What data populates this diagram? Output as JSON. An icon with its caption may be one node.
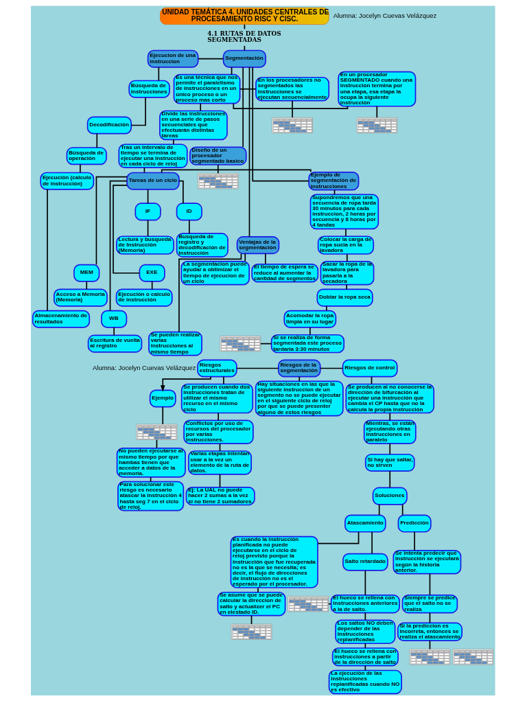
{
  "diagram": {
    "nodes": [
      {
        "text": [
          "UNIDAD TEMÁTICA 4. UNIDADES CENTRALES DE PROCESAMIENTO RISC Y CISC."
        ]
      },
      {
        "text": [
          "4.1 RUTAS DE DATOS SEGMENTADAS"
        ]
      },
      {
        "text": [
          "Segmentación"
        ]
      },
      {
        "text": [
          "Ejecucion de una instruccion"
        ]
      },
      {
        "text": [
          "Búsqueda de instrucciones"
        ]
      },
      {
        "text": [
          "Decodificación"
        ]
      },
      {
        "text": [
          "Búsqueda de operación"
        ]
      },
      {
        "text": [
          "Ejecución (calculo de instrucción)"
        ]
      },
      {
        "text": [
          "Almacenamiento de resultados"
        ]
      },
      {
        "text": [
          "En los procesadores no segmentados las instrucciones se ejecutan secuencialmente"
        ]
      },
      {
        "text": [
          "Es una técnica que nos permite el paralelismo de instrucciones en un único proceso o un proceso mas corto"
        ]
      },
      {
        "text": [
          "En un procesador SEGMENTADO cuando una instrucción termina por una etapa, esa etapa la ocupa la siguiente instrucción"
        ]
      },
      {
        "text": [],
        "shape": "picture"
      },
      {
        "text": [],
        "shape": "picture"
      },
      {
        "text": [
          "Divide las instrucciones en una serie de pasos secuenciales que efectuarán distintas tareas"
        ]
      },
      {
        "text": [
          "Tras un intervalo de tiempo se termina de ejecutar una instrucción en cada ciclo de reloj"
        ]
      },
      {
        "text": [
          "Diseño de un procesador segmentado basico"
        ]
      },
      {
        "text": [],
        "shape": "picture"
      },
      {
        "text": [
          "Ventajas de la segmentación"
        ]
      },
      {
        "text": [
          "La segmentacion puede ayudar a obtimizar el tiempo de ejecucion de un ciclo"
        ]
      },
      {
        "text": [
          "El tiempo de espera se reduce al aumentar la cantidad de segmentos"
        ]
      },
      {
        "text": [
          "Se pueden realizar varias instrucciones al mismo tiempo"
        ]
      },
      {
        "text": [
          "Tareas de un ciclo"
        ]
      },
      {
        "text": [
          "IF"
        ]
      },
      {
        "text": [
          "Lectura y busqueda de Instrucción (Memoria)"
        ]
      },
      {
        "text": [
          "ID"
        ]
      },
      {
        "text": [
          "Busqueda de registro y decodificación de Instrucción"
        ]
      },
      {
        "text": [
          "EXE"
        ]
      },
      {
        "text": [
          "Ejecución o calculo de instrucción"
        ]
      },
      {
        "text": [
          "MEM"
        ]
      },
      {
        "text": [
          "Acceso a Memoria (Memoria)"
        ]
      },
      {
        "text": [
          "WB"
        ]
      },
      {
        "text": [
          "Escritura de vuelta al registro"
        ]
      },
      {
        "text": [
          "Ejemplo de segmentación de instrucciones"
        ]
      },
      {
        "text": [
          "Supondremos que una secuencia de ropa tarda 30 minutos para cada instruccion, 2 horas por secuencia y 8 horas por 4 tandas"
        ]
      },
      {
        "text": [
          "Colocar la carga de ropa sucia en la lavadora"
        ]
      },
      {
        "text": [
          "Sacar la ropa de la lavadora para pasarla a la secadora"
        ]
      },
      {
        "text": [
          "Doblar la ropa seca"
        ]
      },
      {
        "text": [
          "Acomodar la ropa limpia en su lugar"
        ]
      },
      {
        "text": [
          "Si se realiza de forma segmentada este proceso tardaria 3:30 minutos"
        ]
      },
      {
        "text": [],
        "shape": "picture"
      },
      {
        "text": [
          "Riesgos estructurales"
        ]
      },
      {
        "text": [
          "Riesgos de la segmentación"
        ]
      },
      {
        "text": [
          "Riesgos de control"
        ]
      },
      {
        "text": [
          "Ejemplo"
        ]
      },
      {
        "text": [],
        "shape": "picture"
      },
      {
        "text": [
          "Se producen cuando dos instrucciones tratan de utilizar el mismo recurso en el mismo ciclo"
        ]
      },
      {
        "text": [
          "Hay situaciones en las que la siguiente instruccion de un segmento no se puede ejecutar en el siguiente ciclo de reloj por que se puede presenter alguno de estos riesgos"
        ]
      },
      {
        "text": [
          "Se producen al no conocerse la dirección de bifurcación al ejecutar una instrucción que cambia el CP hasta que no la calcula la propia instrucción"
        ]
      },
      {
        "text": [
          "No pueden ejecutarse al mismo tiempo por que hambas tienen que acceder a datos de la memoria."
        ]
      },
      {
        "text": [
          "Conflictos por uso de recursos del procesador por varias instrucciones."
        ]
      },
      {
        "text": [
          "Mientras, se están ejecutando otras instrucciones en paralelo"
        ]
      },
      {
        "text": [
          "Varias etapas intentan usar a la vez un elemento de la ruta de datos."
        ]
      },
      {
        "text": [
          "Si hay que saltar, no sirven"
        ]
      },
      {
        "text": [
          "Para solucionar este riesgo es necesario atascar la instrucción 4 hasta seg 7 en el ciclo de reloj."
        ]
      },
      {
        "text": [
          "Ej: La UAL no puede hacer 2 sumas a la vez si no tiene 2 sumadores."
        ]
      },
      {
        "text": [
          "Soluciones"
        ]
      },
      {
        "text": [
          "Atascamiento"
        ]
      },
      {
        "text": [
          "Predicción"
        ]
      },
      {
        "text": [
          "Salto retardado"
        ]
      },
      {
        "text": [
          "Es cuando la instrucción planificada no puede ejecutarse en el ciclo de reloj previsto porque la instrucción que fue recuperada no es la que se necesita; es decir, el flujo de direcciones de instrucción no es el esperado por el procesador."
        ]
      },
      {
        "text": [
          "Se intenta predecir qué instrucción se ejecutará según la historia anterior."
        ]
      },
      {
        "text": [],
        "shape": "picture"
      },
      {
        "text": [
          "El hueco se rellena con instrucciones anteriores a la de salto."
        ]
      },
      {
        "text": [
          "Siempre se predice que el salto no se realiza"
        ]
      },
      {
        "text": [
          "Los saltos NO deben depender de las instrucciones replanificadas"
        ]
      },
      {
        "text": [
          "Si la prediccion es incorreta, entonces se realiza el atascamiento"
        ]
      },
      {
        "text": [],
        "shape": "picture"
      },
      {
        "text": [
          "El hueco se rellena con instrucciones a partir de la dirección de salto"
        ]
      },
      {
        "text": [
          "Se asume que se puede calcular la direccion de salto y actualizer el PC en elestado ID."
        ]
      },
      {
        "text": [],
        "shape": "picture"
      },
      {
        "text": [
          "La ejecución de las instrucciones replanificadas cuando NO es efectivo"
        ]
      },
      {
        "text": [],
        "shape": "picture"
      }
    ],
    "edges": [
      {
        "from": 0,
        "to": 1,
        "arrow": "none"
      },
      {
        "from": 1,
        "to": 2,
        "arrow": "none"
      },
      {
        "from": 3,
        "to": 2,
        "arrow": "none"
      },
      {
        "from": 3,
        "to": 4,
        "arrow": "none"
      },
      {
        "from": 4,
        "to": 5,
        "arrow": "none"
      },
      {
        "from": 5,
        "to": 6,
        "arrow": "none"
      },
      {
        "from": 6,
        "to": 7,
        "arrow": "none"
      },
      {
        "from": 7,
        "to": 8,
        "arrow": "none"
      },
      {
        "from": 2,
        "to": 10,
        "arrow": "none"
      },
      {
        "from": 9,
        "to": 10,
        "arrow": "none"
      },
      {
        "from": 10,
        "to": 11,
        "arrow": "none"
      },
      {
        "from": 9,
        "to": 12,
        "arrow": "none"
      },
      {
        "from": 11,
        "to": 13,
        "arrow": "none"
      },
      {
        "from": 10,
        "to": 14,
        "arrow": "none"
      },
      {
        "from": 14,
        "to": 15,
        "arrow": "none"
      },
      {
        "from": 15,
        "to": 22,
        "arrow": "none"
      },
      {
        "from": 2,
        "to": 16,
        "arrow": "none"
      },
      {
        "from": 16,
        "to": 17,
        "arrow": "none"
      },
      {
        "from": 2,
        "to": 18,
        "arrow": "none"
      },
      {
        "from": 18,
        "to": 19,
        "arrow": "none"
      },
      {
        "from": 18,
        "to": 20,
        "arrow": "none"
      },
      {
        "from": 18,
        "to": 21,
        "arrow": "none"
      },
      {
        "from": 22,
        "to": 23,
        "arrow": "none"
      },
      {
        "from": 22,
        "to": 25,
        "arrow": "none"
      },
      {
        "from": 22,
        "to": 27,
        "arrow": "none"
      },
      {
        "from": 22,
        "to": 29,
        "arrow": "none"
      },
      {
        "from": 22,
        "to": 31,
        "arrow": "none"
      },
      {
        "from": 23,
        "to": 24,
        "arrow": "none"
      },
      {
        "from": 25,
        "to": 26,
        "arrow": "none"
      },
      {
        "from": 27,
        "to": 28,
        "arrow": "none"
      },
      {
        "from": 29,
        "to": 30,
        "arrow": "none"
      },
      {
        "from": 31,
        "to": 32,
        "arrow": "none"
      },
      {
        "from": 2,
        "to": 33,
        "arrow": "none"
      },
      {
        "from": 22,
        "to": 33,
        "arrow": "none"
      },
      {
        "from": 33,
        "to": 34,
        "arrow": "none"
      },
      {
        "from": 34,
        "to": 35,
        "arrow": "none"
      },
      {
        "from": 35,
        "to": 36,
        "arrow": "none"
      },
      {
        "from": 36,
        "to": 37,
        "arrow": "none"
      },
      {
        "from": 37,
        "to": 38,
        "arrow": "none"
      },
      {
        "from": 38,
        "to": 39,
        "arrow": "none"
      },
      {
        "from": 40,
        "to": 39,
        "arrow": "none"
      },
      {
        "from": 41,
        "to": 42,
        "arrow": "none"
      },
      {
        "from": 42,
        "to": 43,
        "arrow": "none"
      },
      {
        "from": 42,
        "to": 47,
        "arrow": "none"
      },
      {
        "from": 41,
        "to": 44,
        "arrow": "to"
      },
      {
        "from": 44,
        "to": 45,
        "arrow": "none"
      },
      {
        "from": 45,
        "to": 49,
        "arrow": "none"
      },
      {
        "from": 49,
        "to": 54,
        "arrow": "none"
      },
      {
        "from": 41,
        "to": 46,
        "arrow": "none"
      },
      {
        "from": 46,
        "to": 50,
        "arrow": "none"
      },
      {
        "from": 50,
        "to": 52,
        "arrow": "none"
      },
      {
        "from": 52,
        "to": 55,
        "arrow": "none"
      },
      {
        "from": 43,
        "to": 48,
        "arrow": "none"
      },
      {
        "from": 48,
        "to": 51,
        "arrow": "none"
      },
      {
        "from": 51,
        "to": 53,
        "arrow": "none"
      },
      {
        "from": 53,
        "to": 56,
        "arrow": "none"
      },
      {
        "from": 56,
        "to": 57,
        "arrow": "none"
      },
      {
        "from": 56,
        "to": 58,
        "arrow": "none"
      },
      {
        "from": 57,
        "to": 59,
        "arrow": "none"
      },
      {
        "from": 57,
        "to": 60,
        "arrow": "none"
      },
      {
        "from": 60,
        "to": 69,
        "arrow": "none"
      },
      {
        "from": 69,
        "to": 72,
        "arrow": "none"
      },
      {
        "from": 58,
        "to": 61,
        "arrow": "none"
      },
      {
        "from": 61,
        "to": 64,
        "arrow": "none"
      },
      {
        "from": 64,
        "to": 66,
        "arrow": "none"
      },
      {
        "from": 66,
        "to": 70,
        "arrow": "none"
      },
      {
        "from": 59,
        "to": 63,
        "arrow": "none"
      },
      {
        "from": 62,
        "to": 63,
        "arrow": "none"
      },
      {
        "from": 63,
        "to": 65,
        "arrow": "none"
      },
      {
        "from": 65,
        "to": 68,
        "arrow": "none"
      },
      {
        "from": 68,
        "to": 71,
        "arrow": "none"
      }
    ],
    "labels": [
      "Alumna: Jocelyn Cuevas Velázquez",
      "Alumna: Jocelyn Cuevas Velázquez"
    ]
  }
}
